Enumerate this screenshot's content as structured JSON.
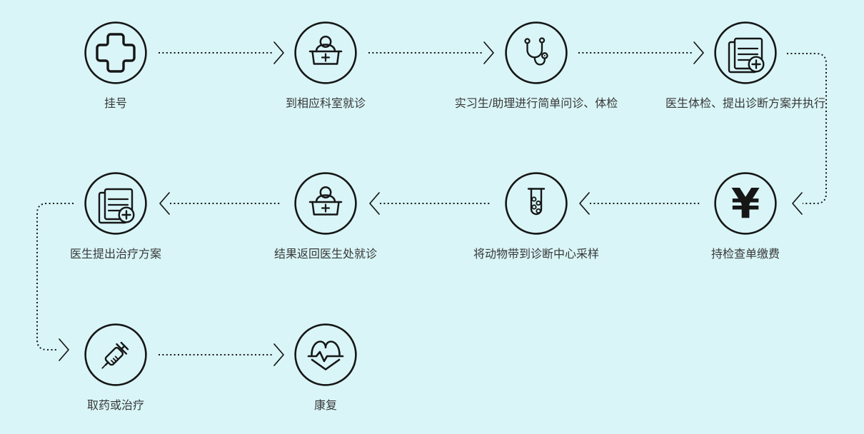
{
  "colors": {
    "background": "#d9f5f7",
    "line": "#161616",
    "label_text": "#383838"
  },
  "flow_style": {
    "connector": "dotted-arrow",
    "row1_direction": "left-to-right",
    "row2_direction": "right-to-left",
    "row3_direction": "left-to-right"
  },
  "steps": [
    {
      "id": "register",
      "label": "挂号",
      "icon": "medical-cross-icon"
    },
    {
      "id": "department",
      "label": "到相应科室就诊",
      "icon": "reception-desk-icon"
    },
    {
      "id": "intern-exam",
      "label": "实习生/助理进行简单问诊、体检",
      "icon": "stethoscope-icon"
    },
    {
      "id": "doctor-diagnose",
      "label": "医生体检、提出诊断方案并执行",
      "icon": "documents-add-icon"
    },
    {
      "id": "pay-fee",
      "label": "持检查单缴费",
      "icon": "yuan-sign-icon",
      "glyph": "¥"
    },
    {
      "id": "sampling",
      "label": "将动物带到诊断中心采样",
      "icon": "test-tube-icon"
    },
    {
      "id": "results-return",
      "label": "结果返回医生处就诊",
      "icon": "reception-desk-icon"
    },
    {
      "id": "treatment-plan",
      "label": "医生提出治疗方案",
      "icon": "documents-add-icon"
    },
    {
      "id": "get-medicine",
      "label": "取药或治疗",
      "icon": "syringe-icon"
    },
    {
      "id": "recovery",
      "label": "康复",
      "icon": "heart-pulse-icon"
    }
  ],
  "connections": [
    {
      "from": "register",
      "to": "department",
      "shape": "straight"
    },
    {
      "from": "department",
      "to": "intern-exam",
      "shape": "straight"
    },
    {
      "from": "intern-exam",
      "to": "doctor-diagnose",
      "shape": "straight"
    },
    {
      "from": "doctor-diagnose",
      "to": "pay-fee",
      "shape": "right-side-elbow"
    },
    {
      "from": "pay-fee",
      "to": "sampling",
      "shape": "straight"
    },
    {
      "from": "sampling",
      "to": "results-return",
      "shape": "straight"
    },
    {
      "from": "results-return",
      "to": "treatment-plan",
      "shape": "straight"
    },
    {
      "from": "treatment-plan",
      "to": "get-medicine",
      "shape": "left-side-elbow"
    },
    {
      "from": "get-medicine",
      "to": "recovery",
      "shape": "straight"
    }
  ]
}
